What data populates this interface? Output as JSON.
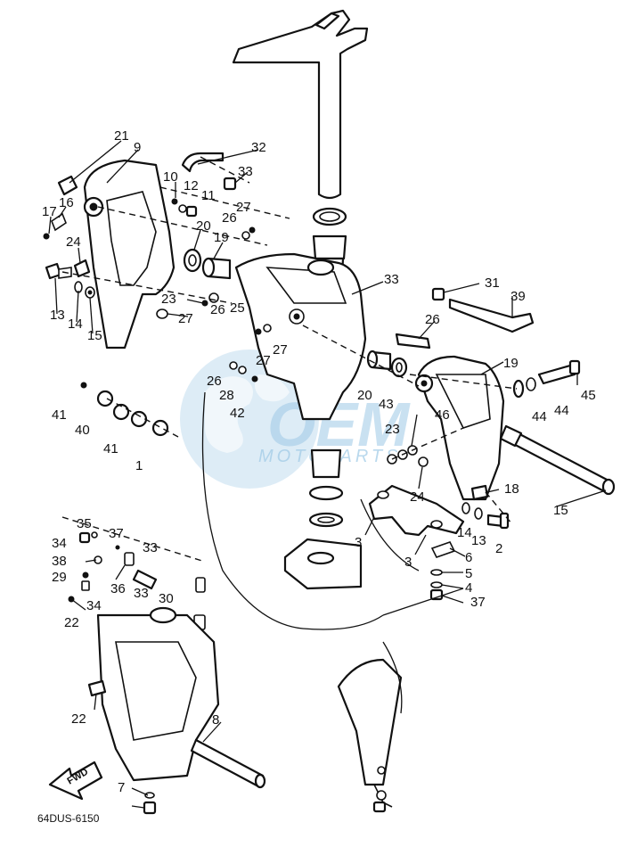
{
  "diagram": {
    "code": "64DUS-6150",
    "fwd_label": "FWD",
    "watermark": {
      "brand": "OEM",
      "sub": "MOTOPARTS",
      "color": "#9ec9e6"
    },
    "line_color": "#111111",
    "callouts": [
      "21",
      "9",
      "16",
      "17",
      "24",
      "13",
      "14",
      "15",
      "10",
      "12",
      "11",
      "32",
      "33",
      "26",
      "27",
      "20",
      "19",
      "23",
      "27",
      "26",
      "25",
      "33",
      "31",
      "39",
      "26",
      "27",
      "27",
      "26",
      "28",
      "42",
      "41",
      "40",
      "41",
      "1",
      "19",
      "20",
      "43",
      "45",
      "44",
      "44",
      "46",
      "23",
      "24",
      "18",
      "15",
      "14",
      "13",
      "2",
      "3",
      "3",
      "6",
      "5",
      "4",
      "37",
      "35",
      "37",
      "33",
      "34",
      "38",
      "29",
      "34",
      "36",
      "33",
      "30",
      "22",
      "22",
      "8",
      "7"
    ]
  }
}
